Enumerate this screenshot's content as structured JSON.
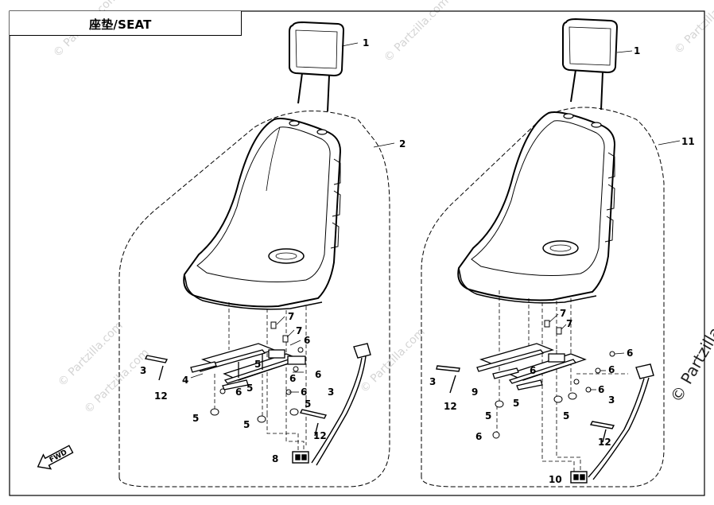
{
  "title": "座垫/SEAT",
  "watermark": "© Partzilla.com",
  "fwd_label": "FWD",
  "left_assembly": {
    "labels": [
      "1",
      "2",
      "3",
      "12",
      "4",
      "6",
      "7",
      "7",
      "6",
      "5",
      "6",
      "5",
      "6",
      "5",
      "5",
      "3",
      "12",
      "8",
      "5",
      "6"
    ]
  },
  "right_assembly": {
    "labels": [
      "1",
      "11",
      "7",
      "7",
      "6",
      "3",
      "12",
      "9",
      "6",
      "6",
      "5",
      "6",
      "5",
      "5",
      "3",
      "12",
      "6",
      "10"
    ]
  }
}
